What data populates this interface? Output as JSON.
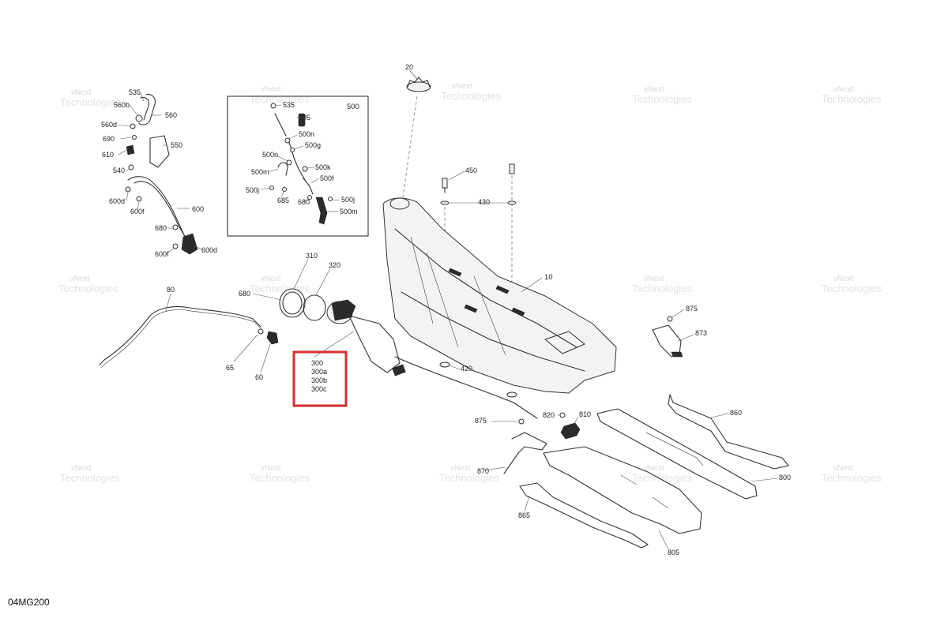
{
  "diagram_code": "04MG200",
  "watermark_lines": [
    "vNext",
    "Technologies",
    "vNext Technologies"
  ],
  "highlight_color": "#d32f2f",
  "highlighted_callout": [
    "300",
    "300a",
    "300b",
    "300c"
  ],
  "inset": {
    "box_label": "500",
    "labels": [
      "535",
      "505",
      "500n",
      "500g",
      "500n",
      "500k",
      "500m",
      "500f",
      "500j",
      "685",
      "680",
      "500j",
      "500m"
    ]
  },
  "labels": {
    "top_left": [
      "535",
      "560b",
      "560",
      "560d",
      "690",
      "550",
      "610",
      "540",
      "600d",
      "600f",
      "600",
      "680",
      "600f",
      "600d"
    ],
    "middle_left": [
      "310",
      "320",
      "680",
      "80",
      "65",
      "60"
    ],
    "tank": [
      "20",
      "450",
      "430",
      "10",
      "420"
    ],
    "right": [
      "875",
      "873",
      "860",
      "800",
      "805"
    ],
    "bottom": [
      "875",
      "820",
      "810",
      "870",
      "865"
    ]
  }
}
